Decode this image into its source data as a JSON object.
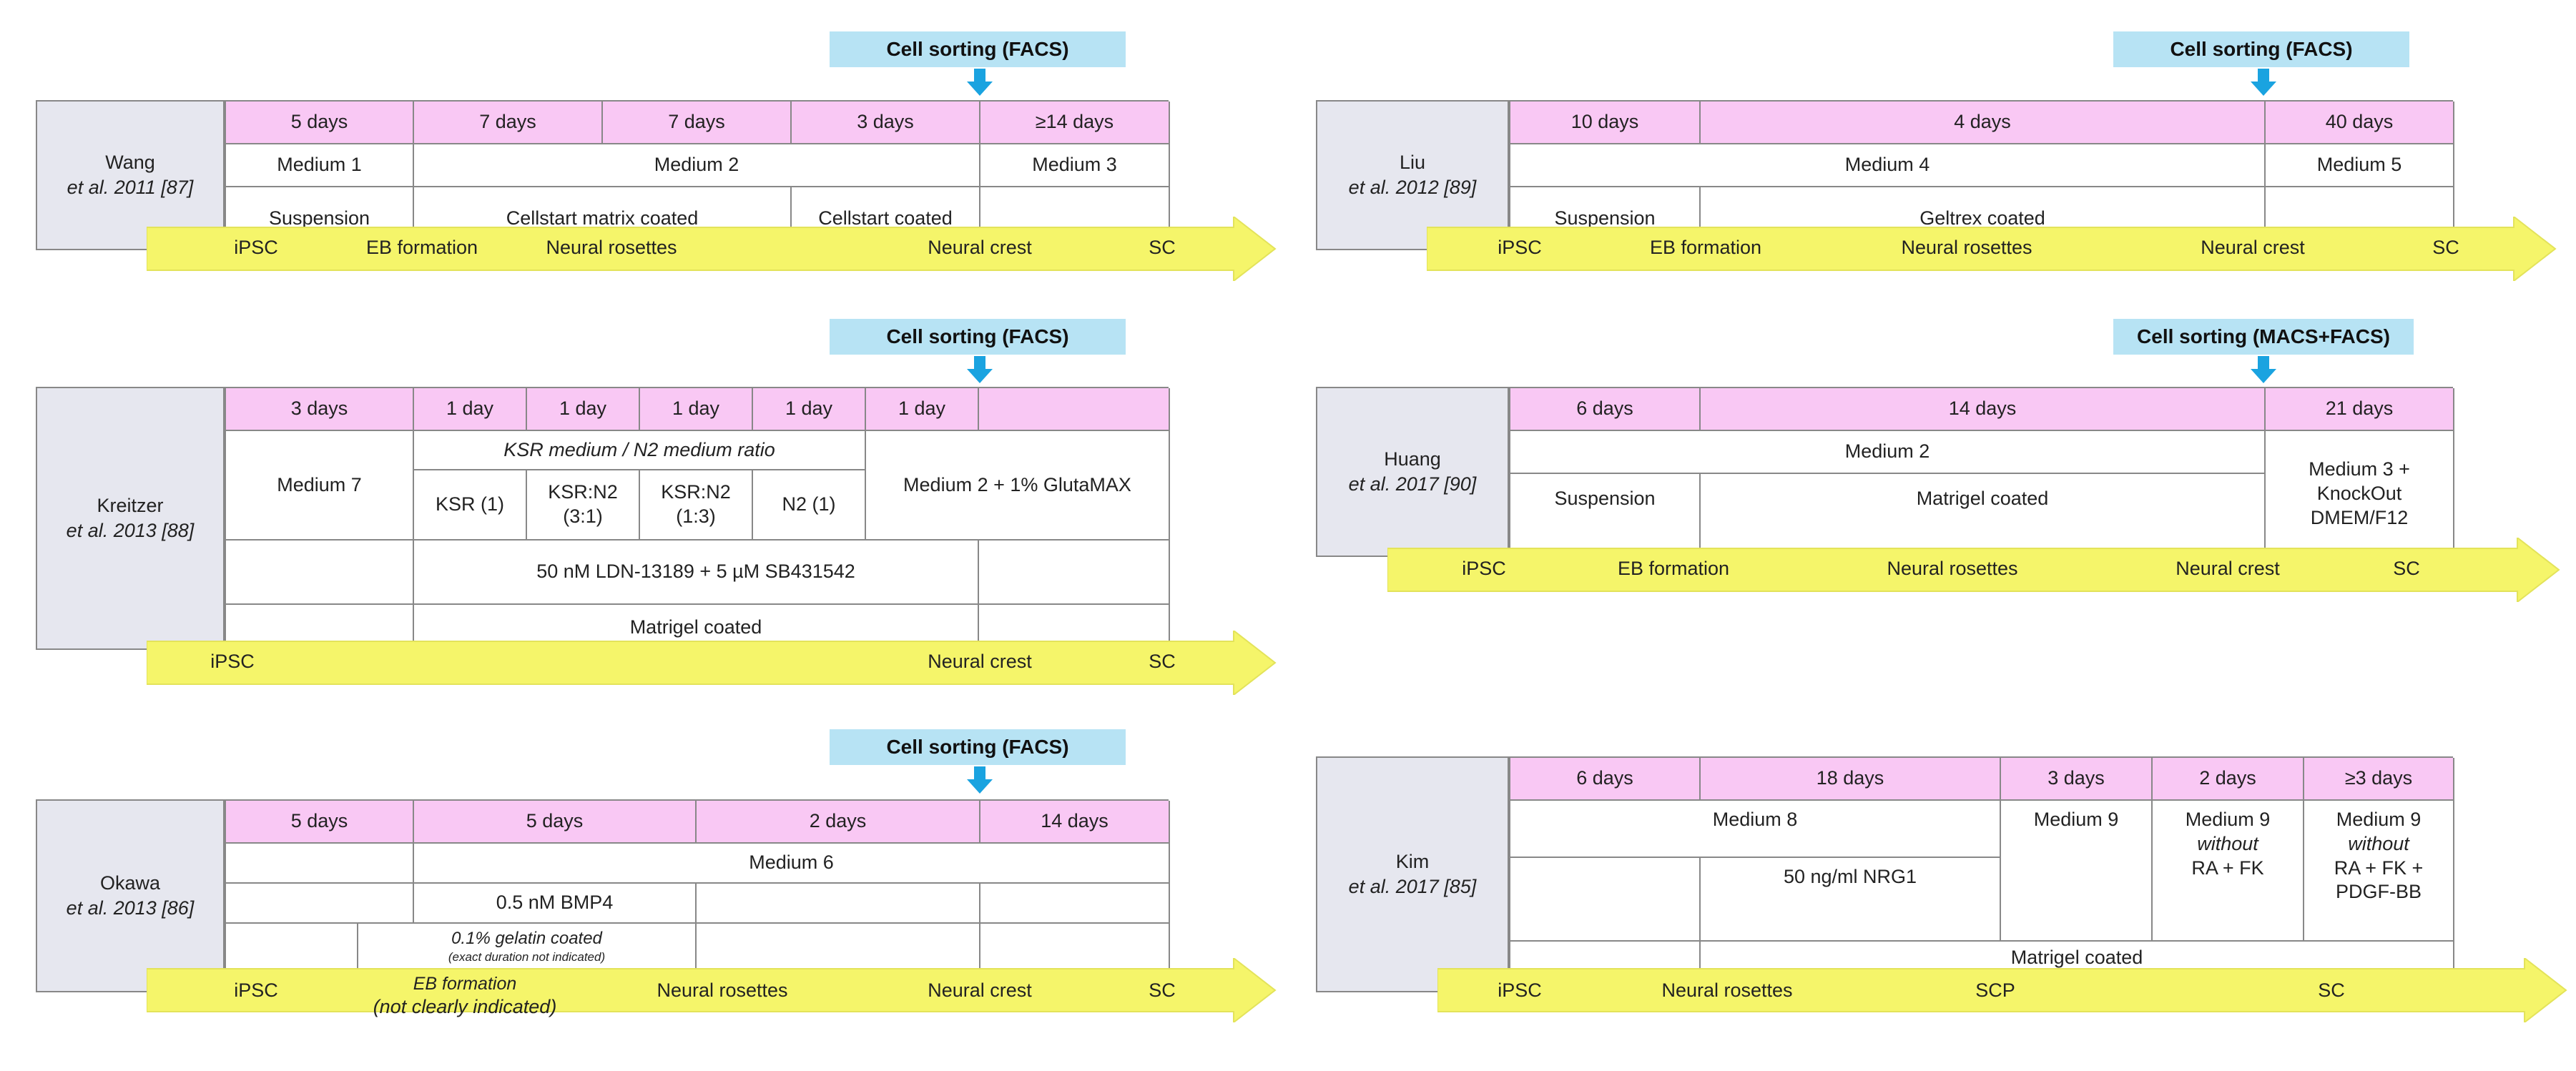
{
  "panels": {
    "wang": {
      "sorting": "Cell sorting (FACS)",
      "author": "Wang",
      "citation": "et al. 2011 [87]",
      "days": [
        "5 days",
        "7 days",
        "7 days",
        "3 days",
        "≥14 days"
      ],
      "media": [
        "Medium 1",
        "Medium 2",
        "Medium 3"
      ],
      "coating": [
        "Suspension",
        "Cellstart matrix coated",
        "Cellstart coated",
        ""
      ],
      "stages": [
        "iPSC",
        "EB formation",
        "Neural rosettes",
        "Neural crest",
        "SC"
      ]
    },
    "liu": {
      "sorting": "Cell sorting (FACS)",
      "author": "Liu",
      "citation": "et al. 2012 [89]",
      "days": [
        "10 days",
        "4 days",
        "40 days"
      ],
      "media": [
        "Medium 4",
        "Medium 5"
      ],
      "coating": [
        "Suspension",
        "Geltrex coated",
        ""
      ],
      "stages": [
        "iPSC",
        "EB formation",
        "Neural rosettes",
        "Neural crest",
        "SC"
      ]
    },
    "kreitzer": {
      "sorting": "Cell sorting (FACS)",
      "author": "Kreitzer",
      "citation": "et al. 2013 [88]",
      "days": [
        "3 days",
        "1 day",
        "1 day",
        "1 day",
        "1 day",
        "1 day",
        ""
      ],
      "ratio_title": "KSR medium / N2 medium ratio",
      "medium7": "Medium 7",
      "ratios": [
        "KSR (1)",
        "KSR:N2\n(3:1)",
        "KSR:N2\n(1:3)",
        "N2 (1)"
      ],
      "medium2": "Medium 2 + 1% GlutaMAX",
      "inhibitors": "50 nM LDN-13189 + 5 µM SB431542",
      "coating": "Matrigel coated",
      "stages": [
        "iPSC",
        "Neural crest",
        "SC"
      ]
    },
    "huang": {
      "sorting": "Cell sorting (MACS+FACS)",
      "author": "Huang",
      "citation": "et al. 2017 [90]",
      "days": [
        "6 days",
        "14 days",
        "21 days"
      ],
      "media": [
        "Medium 2",
        "Medium 3 +\nKnockOut\nDMEM/F12"
      ],
      "coating": [
        "Suspension",
        "Matrigel coated"
      ],
      "stages": [
        "iPSC",
        "EB formation",
        "Neural rosettes",
        "Neural crest",
        "SC"
      ]
    },
    "okawa": {
      "sorting": "Cell sorting (FACS)",
      "author": "Okawa",
      "citation": "et al. 2013 [86]",
      "days": [
        "5 days",
        "5 days",
        "2 days",
        "14 days"
      ],
      "medium": "Medium 6",
      "bmp": "0.5 nM BMP4",
      "gelatin": "0.1% gelatin coated",
      "gelatin_note": "(exact duration not indicated)",
      "stages": [
        "iPSC",
        "EB formation",
        "Neural rosettes",
        "Neural crest",
        "SC"
      ],
      "eb_note": "(not clearly indicated)"
    },
    "kim": {
      "author": "Kim",
      "citation": "et al. 2017 [85]",
      "days": [
        "6 days",
        "18 days",
        "3 days",
        "2 days",
        "≥3 days"
      ],
      "medium8": "Medium 8",
      "nrg": "50 ng/ml NRG1",
      "medium9a": "Medium 9",
      "medium9b": [
        "Medium 9",
        "without",
        "RA + FK"
      ],
      "medium9c": [
        "Medium 9",
        "without",
        "RA + FK +",
        "PDGF-BB"
      ],
      "coating": "Matrigel coated",
      "stages": [
        "iPSC",
        "Neural rosettes",
        "SCP",
        "SC"
      ]
    }
  },
  "colors": {
    "pink": "#f9c8f4",
    "blue": "#b7e3f4",
    "arrow": "#f5f56a",
    "author_bg": "#e6e7ef",
    "sort_arrow": "#1aa3e0"
  }
}
